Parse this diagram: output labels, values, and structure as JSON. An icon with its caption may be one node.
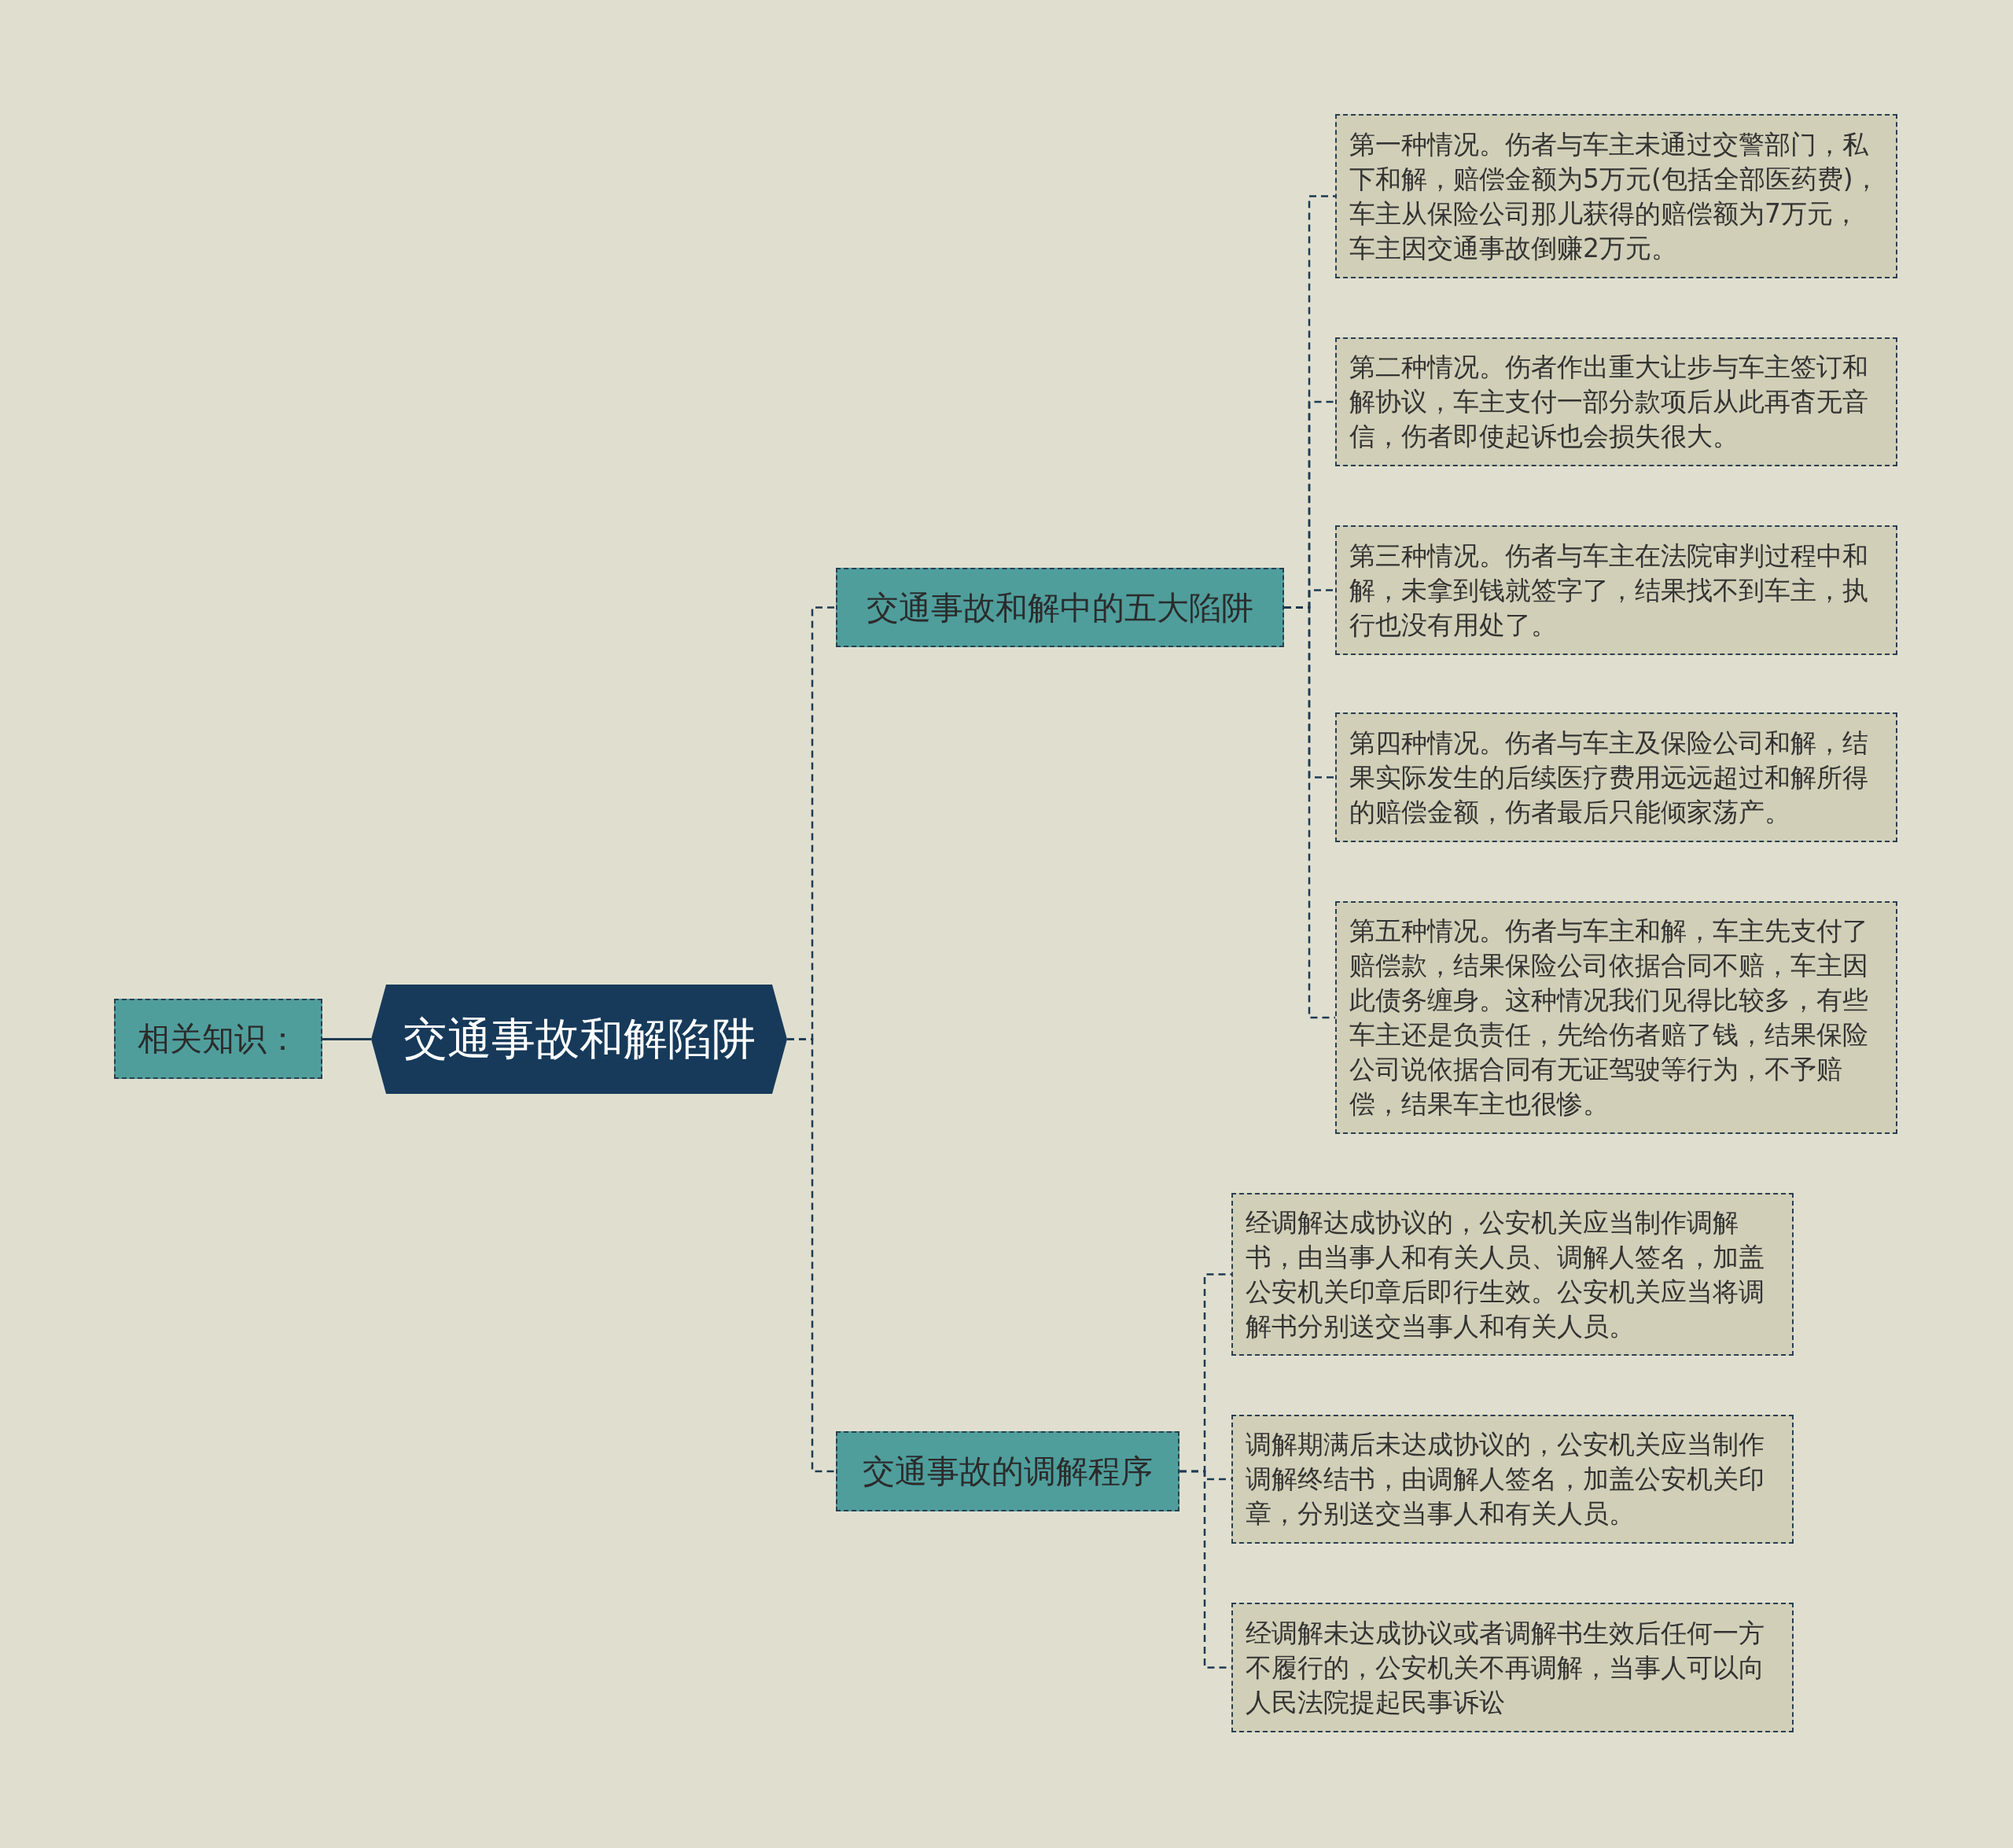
{
  "diagram": {
    "nodes": [
      {
        "text": [
          "相关知识："
        ]
      },
      {
        "text": [
          "交通事故和解陷阱"
        ]
      },
      {
        "text": [
          "交通事故和解中的五大陷阱"
        ]
      },
      {
        "text": [
          "交通事故的调解程序"
        ]
      },
      {
        "text": [
          "第一种情况。伤者与车主未通过交警部门，私下和解，赔偿金额为5万元(包括全部医药费)，车主从保险公司那儿获得的赔偿额为7万元，车主因交通事故倒赚2万元。"
        ]
      },
      {
        "text": [
          "第二种情况。伤者作出重大让步与车主签订和解协议，车主支付一部分款项后从此再杳无音信，伤者即使起诉也会损失很大。"
        ]
      },
      {
        "text": [
          "第三种情况。伤者与车主在法院审判过程中和解，未拿到钱就签字了，结果找不到车主，执行也没有用处了。"
        ]
      },
      {
        "text": [
          "第四种情况。伤者与车主及保险公司和解，结果实际发生的后续医疗费用远远超过和解所得的赔偿金额，伤者最后只能倾家荡产。"
        ]
      },
      {
        "text": [
          "第五种情况。伤者与车主和解，车主先支付了赔偿款，结果保险公司依据合同不赔，车主因此债务缠身。这种情况我们见得比较多，有些车主还是负责任，先给伤者赔了钱，结果保险公司说依据合同有无证驾驶等行为，不予赔偿，结果车主也很惨。"
        ]
      },
      {
        "text": [
          "经调解达成协议的，公安机关应当制作调解书，由当事人和有关人员、调解人签名，加盖公安机关印章后即行生效。公安机关应当将调解书分别送交当事人和有关人员。"
        ]
      },
      {
        "text": [
          "调解期满后未达成协议的，公安机关应当制作调解终结书，由调解人签名，加盖公安机关印章，分别送交当事人和有关人员。"
        ]
      },
      {
        "text": [
          "经调解未达成协议或者调解书生效后任何一方不履行的，公安机关不再调解，当事人可以向人民法院提起民事诉讼"
        ]
      }
    ],
    "edges": [
      {
        "from": 1,
        "to": 0,
        "arrow": "none"
      },
      {
        "from": 1,
        "to": 2,
        "arrow": "none",
        "style": "dashed"
      },
      {
        "from": 1,
        "to": 3,
        "arrow": "none",
        "style": "dashed"
      },
      {
        "from": 2,
        "to": 4,
        "arrow": "none",
        "style": "dashed"
      },
      {
        "from": 2,
        "to": 5,
        "arrow": "none",
        "style": "dashed"
      },
      {
        "from": 2,
        "to": 6,
        "arrow": "none",
        "style": "dashed"
      },
      {
        "from": 2,
        "to": 7,
        "arrow": "none",
        "style": "dashed"
      },
      {
        "from": 2,
        "to": 8,
        "arrow": "none",
        "style": "dashed"
      },
      {
        "from": 3,
        "to": 9,
        "arrow": "none",
        "style": "dashed"
      },
      {
        "from": 3,
        "to": 10,
        "arrow": "none",
        "style": "dashed"
      },
      {
        "from": 3,
        "to": 11,
        "arrow": "none",
        "style": "dashed"
      }
    ]
  }
}
